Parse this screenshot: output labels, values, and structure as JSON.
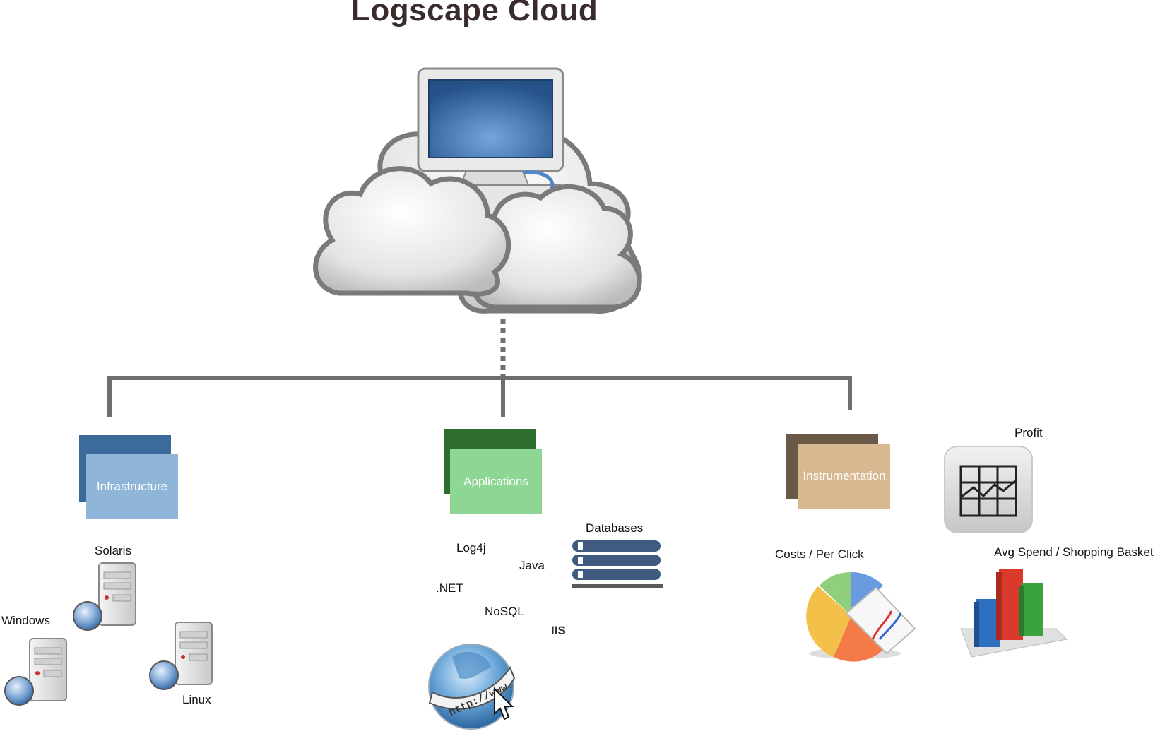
{
  "title": "Logscape Cloud",
  "categories": {
    "infrastructure": {
      "label": "Infrastructure",
      "back_color": "#3b6b9a",
      "front_color": "#8fb5d9",
      "items": {
        "solaris": "Solaris",
        "windows": "Windows",
        "linux": "Linux"
      }
    },
    "applications": {
      "label": "Applications",
      "back_color": "#2d6e2f",
      "front_color": "#8ed694",
      "items": {
        "log4j": "Log4j",
        "java": "Java",
        "dotnet": ".NET",
        "nosql": "NoSQL",
        "iis": "IIS",
        "databases": "Databases",
        "globe_text": "http://www."
      }
    },
    "instrumentation": {
      "label": "Instrumentation",
      "back_color": "#6b5847",
      "front_color": "#d8b890",
      "items": {
        "costs": "Costs / Per Click",
        "profit": "Profit",
        "avg_spend": "Avg Spend / Shopping Basket"
      }
    }
  },
  "colors": {
    "connector": "#6f6f6f",
    "database": "#3f5b80"
  }
}
